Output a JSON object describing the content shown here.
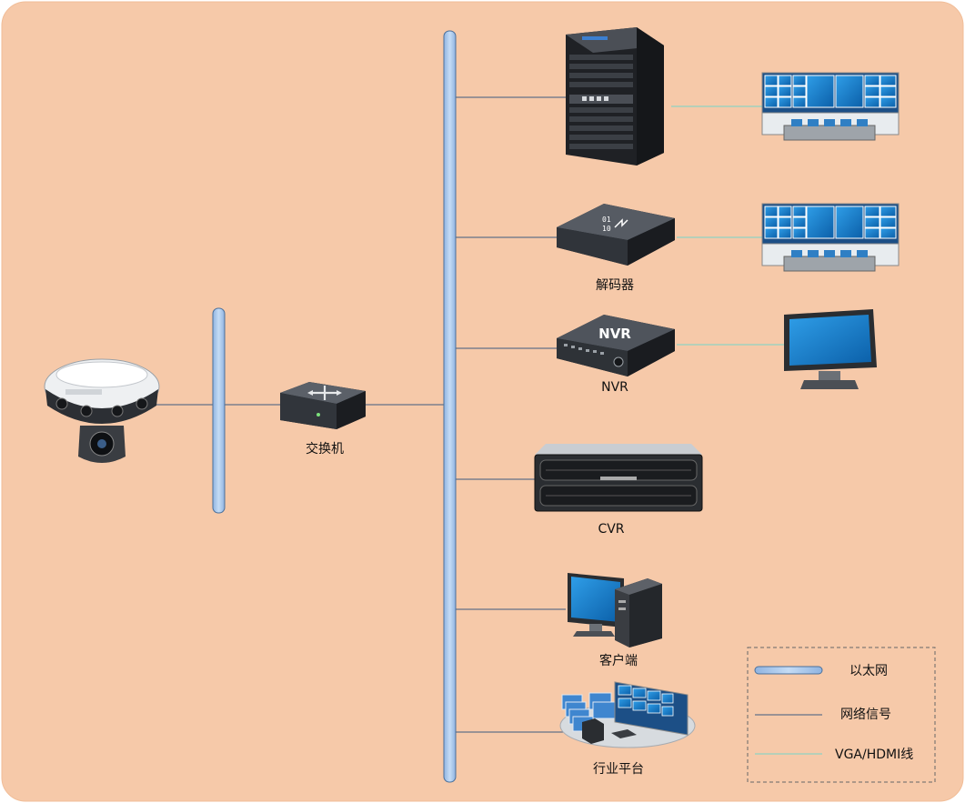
{
  "colors": {
    "background": "#f6c9a9",
    "ethernet_bus": "#a9c8ec",
    "ethernet_bus_stroke": "#4a6f9a",
    "network_line": "#3f5a80",
    "vga_line": "#8fd3c3"
  },
  "devices": {
    "switch": {
      "label": "交换机"
    },
    "decoder": {
      "label": "解码器"
    },
    "nvr": {
      "label": "NVR",
      "badge": "NVR"
    },
    "cvr": {
      "label": "CVR"
    },
    "client": {
      "label": "客户端"
    },
    "platform": {
      "label": "行业平台"
    }
  },
  "legend": {
    "ethernet": "以太网",
    "network_signal": "网络信号",
    "vga_hdmi": "VGA/HDMI线"
  }
}
